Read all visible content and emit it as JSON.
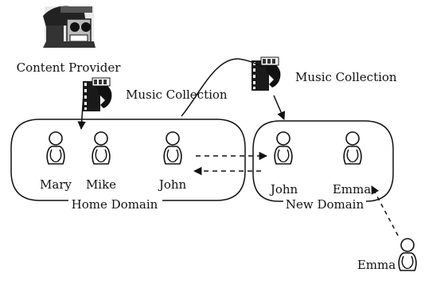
{
  "content_provider": {
    "label": "Content Provider"
  },
  "music_collection_left": {
    "label": "Music Collection"
  },
  "music_collection_right": {
    "label": "Music Collection"
  },
  "home_domain": {
    "label": "Home Domain",
    "users": [
      {
        "name": "Mary"
      },
      {
        "name": "Mike"
      },
      {
        "name": "John"
      }
    ]
  },
  "new_domain": {
    "label": "New Domain",
    "users": [
      {
        "name": "John"
      },
      {
        "name": "Emma"
      }
    ]
  },
  "outside_user": {
    "name": "Emma"
  },
  "icons": {
    "provider": "content-provider-icon",
    "media": "music-film-icon",
    "user": "person-icon"
  }
}
